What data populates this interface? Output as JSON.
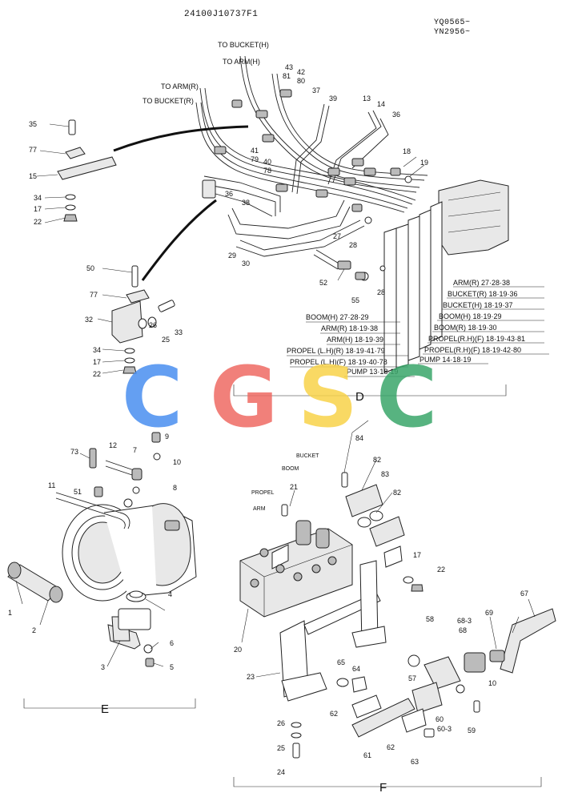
{
  "header": {
    "drawing_no": "24100J10737F1",
    "serial_1": "YQ0565~",
    "serial_2": "YN2956~"
  },
  "watermark": {
    "letters": [
      "C",
      "G",
      "S",
      "C"
    ],
    "colors": [
      "#4a8ff0",
      "#ef6b63",
      "#f8d34a",
      "#3aa66a"
    ]
  },
  "sections": {
    "d": "D",
    "e": "E",
    "f": "F"
  },
  "captions_top": {
    "to_bucket_h": "TO BUCKET(H)",
    "to_arm_h": "TO ARM(H)",
    "to_arm_r": "TO ARM(R)",
    "to_bucket_r": "TO BUCKET(R)"
  },
  "legend": {
    "arm_r": "ARM(R) 27·28·38",
    "bucket_r": "BUCKET(R) 18·19·36",
    "bucket_h": "BUCKET(H) 18·19·37",
    "boom_h_r": "BOOM(H) 18·19·29",
    "boom_r": "BOOM(R) 18·19·30",
    "propel_rh_f_a": "PROPEL(R.H)(F) 18·19·43·81",
    "propel_rh_f_b": "PROPEL(R.H)(F) 18·19·42·80",
    "pump_14": "PUMP 14·18·19",
    "boom_h_l": "BOOM(H) 27·28·29",
    "arm_r_l": "ARM(R) 18·19·38",
    "arm_h_l": "ARM(H) 18·19·39",
    "propel_lh_r": "PROPEL (L.H)(R) 18·19·41·79",
    "propel_lh_f": "PROPEL (L.H)(F) 18·19·40·78",
    "pump_13": "PUMP 13·18·19"
  },
  "captions_f": {
    "bucket": "BUCKET",
    "boom": "BOOM",
    "propel": "PROPEL",
    "arm": "ARM"
  },
  "part_numbers": {
    "p35": "35",
    "p77a": "77",
    "p15": "15",
    "p34a": "34",
    "p17a": "17",
    "p22a": "22",
    "p50": "50",
    "p77b": "77",
    "p32": "32",
    "p26a": "26",
    "p25a": "25",
    "p33": "33",
    "p34b": "34",
    "p17b": "17",
    "p22b": "22",
    "p43": "43",
    "p81": "81",
    "p42": "42",
    "p80": "80",
    "p37": "37",
    "p39": "39",
    "p13": "13",
    "p14": "14",
    "p36a": "36",
    "p18": "18",
    "p19": "19",
    "p41": "41",
    "p79": "79",
    "p40": "40",
    "p78": "78",
    "p36b": "36",
    "p38": "38",
    "p27": "27",
    "p28a": "28",
    "p29": "29",
    "p30": "30",
    "p52": "52",
    "p55": "55",
    "p28b": "28",
    "p73": "73",
    "p12": "12",
    "p7": "7",
    "p9": "9",
    "p10a": "10",
    "p11": "11",
    "p51": "51",
    "p8": "8",
    "p4": "4",
    "p1": "1",
    "p2": "2",
    "p6": "6",
    "p3": "3",
    "p5": "5",
    "p84": "84",
    "p82a": "82",
    "p83": "83",
    "p82b": "82",
    "p21": "21",
    "p17c": "17",
    "p22c": "22",
    "p67": "67",
    "p20": "20",
    "p58": "58",
    "p68_3": "68-3",
    "p68": "68",
    "p69": "69",
    "p65": "65",
    "p64": "64",
    "p23": "23",
    "p57": "57",
    "p10b": "10",
    "p62a": "62",
    "p60": "60",
    "p60_3": "60-3",
    "p59": "59",
    "p26b": "26",
    "p25b": "25",
    "p24": "24",
    "p61": "61",
    "p62b": "62",
    "p63": "63"
  }
}
